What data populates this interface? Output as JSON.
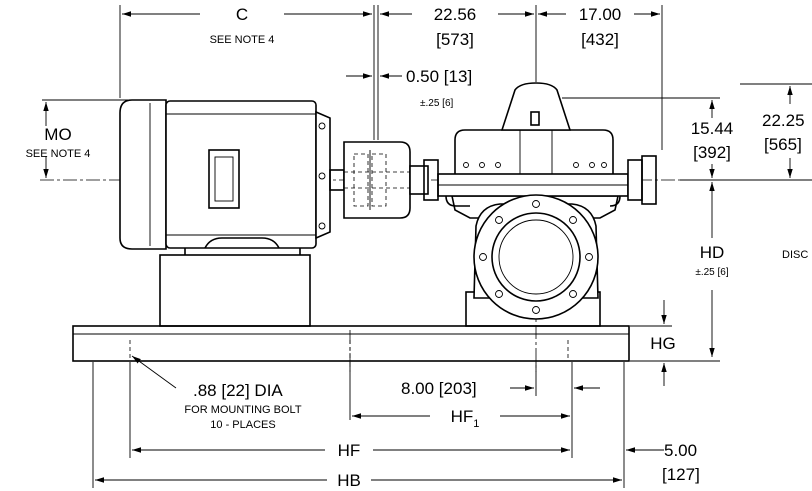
{
  "dimensions": {
    "c": {
      "label": "C",
      "note": "SEE NOTE 4"
    },
    "top_width": {
      "value": "22.56",
      "metric": "[573]"
    },
    "top_right": {
      "value": "17.00",
      "metric": "[432]"
    },
    "coupling_gap": {
      "value": "0.50 [13]",
      "tolerance": "±.25 [6]"
    },
    "mo": {
      "label": "MO",
      "note": "SEE NOTE 4"
    },
    "height_a": {
      "value": "15.44",
      "metric": "[392]"
    },
    "height_b": {
      "value": "22.25",
      "metric": "[565]"
    },
    "hd": {
      "label": "HD",
      "tolerance": "±.25 [6]"
    },
    "disc_label": "DISC",
    "hg": {
      "label": "HG"
    },
    "bolt_hole": {
      "value": ".88 [22] DIA",
      "line1": "FOR MOUNTING BOLT",
      "line2": "10 - PLACES"
    },
    "suction_offset": {
      "value": "8.00 [203]"
    },
    "hf1": {
      "label": "HF",
      "sub": "1"
    },
    "hf": {
      "label": "HF"
    },
    "end_offset": {
      "value": "5.00",
      "metric": "[127]"
    },
    "hb": {
      "label": "HB"
    }
  }
}
